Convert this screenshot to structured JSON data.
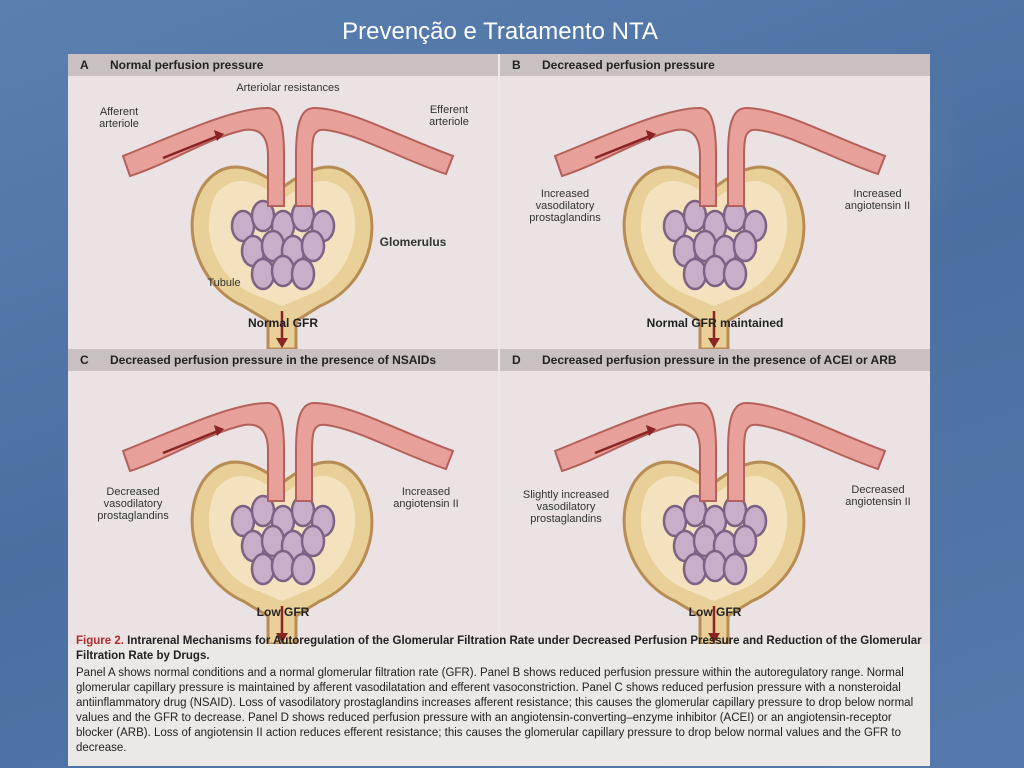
{
  "slide": {
    "title": "Prevenção e Tratamento NTA"
  },
  "panels": [
    {
      "letter": "A",
      "heading": "Normal perfusion pressure",
      "labels": {
        "resistance": "Arteriolar resistances",
        "afferent": "Afferent\narteriole",
        "efferent": "Efferent\narteriole",
        "glomerulus": "Glomerulus",
        "tubule": "Tubule"
      },
      "outcome": "Normal GFR"
    },
    {
      "letter": "B",
      "heading": "Decreased perfusion pressure",
      "labels": {
        "left": "Increased\nvasodilatory\nprostaglandins",
        "right": "Increased\nangiotensin II"
      },
      "outcome": "Normal GFR maintained"
    },
    {
      "letter": "C",
      "heading": "Decreased perfusion pressure in the presence of NSAIDs",
      "labels": {
        "left": "Decreased\nvasodilatory\nprostaglandins",
        "right": "Increased\nangiotensin II"
      },
      "outcome": "Low GFR"
    },
    {
      "letter": "D",
      "heading": "Decreased perfusion pressure in the presence of ACEI or ARB",
      "labels": {
        "left": "Slightly increased\nvasodilatory\nprostaglandins",
        "right": "Decreased\nangiotensin II"
      },
      "outcome": "Low GFR"
    }
  ],
  "caption": {
    "figure_label": "Figure 2.",
    "title": "Intrarenal Mechanisms for Autoregulation of the Glomerular Filtration Rate under Decreased Perfusion Pressure and Reduction of the Glomerular Filtration Rate by Drugs.",
    "body": "Panel A shows normal conditions and a normal glomerular filtration rate (GFR). Panel B shows reduced perfusion pressure within the autoregulatory range. Normal glomerular capillary pressure is maintained by afferent vasodilatation and efferent vasoconstriction. Panel C shows reduced perfusion pressure with a nonsteroidal antiinflammatory drug (NSAID). Loss of vasodilatory prostaglandins increases afferent resistance; this causes the glomerular capillary pressure to drop below normal values and the GFR to decrease. Panel D shows reduced perfusion pressure with an angiotensin-converting–enzyme inhibitor (ACEI) or an angiotensin-receptor blocker (ARB). Loss of angiotensin II action reduces efferent resistance; this causes the glomerular capillary pressure to drop below normal values and the GFR to decrease."
  }
}
